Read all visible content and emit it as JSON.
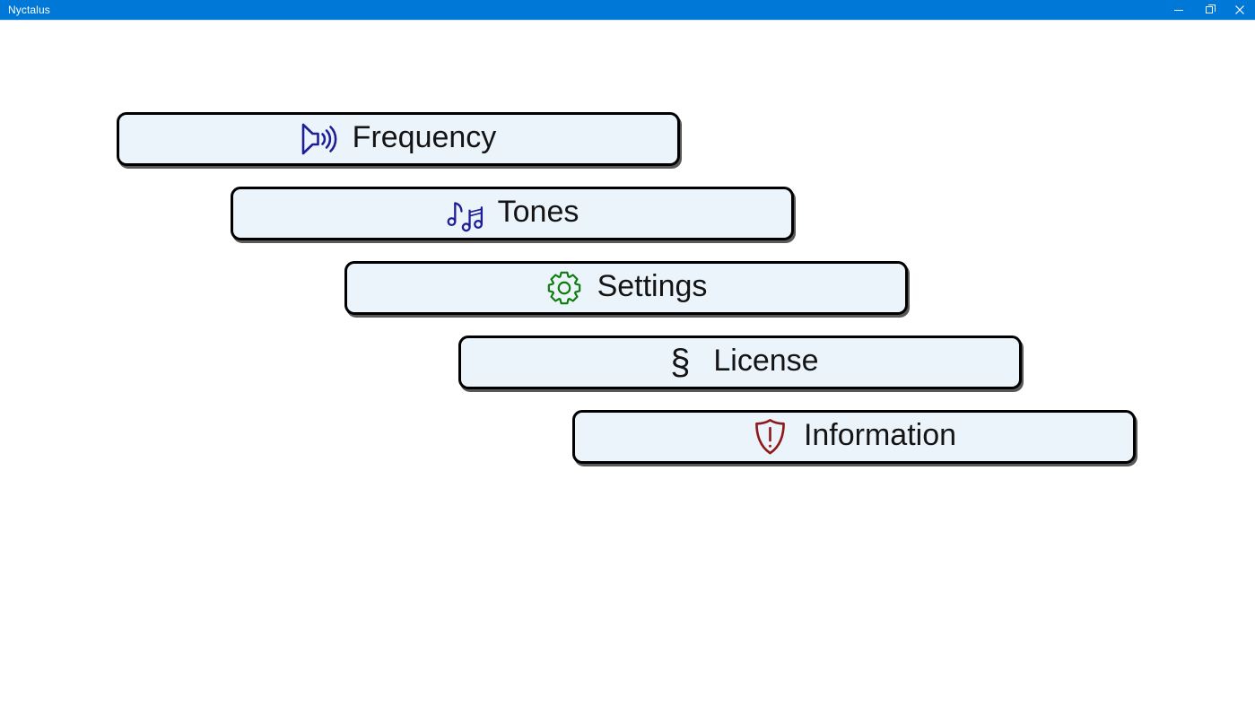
{
  "window": {
    "title": "Nyctalus",
    "controls": [
      {
        "name": "minimize",
        "icon": "minimize-icon"
      },
      {
        "name": "restore",
        "icon": "restore-icon"
      },
      {
        "name": "close",
        "icon": "close-icon"
      }
    ]
  },
  "colors": {
    "titlebar": "#0078d7",
    "titlebar_text": "#ffffff",
    "page_background": "#ffffff",
    "button_background": "#ecf4fb",
    "button_border": "#000000",
    "button_text": "#141414"
  },
  "menu": {
    "buttons": [
      {
        "label": "Frequency",
        "icon": "speaker-volume-icon",
        "icon_color": "#1e1e96"
      },
      {
        "label": "Tones",
        "icon": "music-notes-icon",
        "icon_color": "#1e1e96"
      },
      {
        "label": "Settings",
        "icon": "gear-icon",
        "icon_color": "#0e7d0e"
      },
      {
        "label": "License",
        "icon": "section-sign-icon",
        "icon_glyph": "§",
        "icon_color": "#141414"
      },
      {
        "label": "Information",
        "icon": "shield-alert-icon",
        "icon_color": "#8f1a1d"
      }
    ]
  }
}
